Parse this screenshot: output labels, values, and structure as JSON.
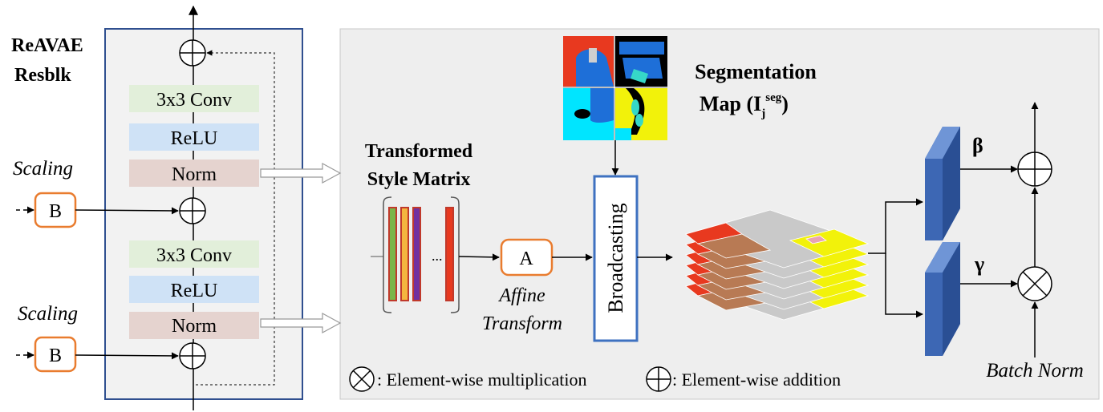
{
  "resblk": {
    "title_line1": "ReAVAE",
    "title_line2": "Resblk",
    "block1": {
      "conv": "3x3 Conv",
      "relu": "ReLU",
      "norm": "Norm"
    },
    "block2": {
      "conv": "3x3 Conv",
      "relu": "ReLU",
      "norm": "Norm"
    },
    "scaling1": "Scaling",
    "scaling2": "Scaling",
    "b1": "B",
    "b2": "B"
  },
  "main": {
    "style_matrix_line1": "Transformed",
    "style_matrix_line2": "Style Matrix",
    "ellipsis": "...",
    "affine_box": "A",
    "affine_line1": "Affine",
    "affine_line2": "Transform",
    "broadcasting": "Broadcasting",
    "seg_line1": "Segmentation",
    "seg_line2_prefix": "Map (I",
    "seg_sub": "j",
    "seg_sup": "seg",
    "seg_line2_suffix": ")",
    "beta": "β",
    "gamma": "γ",
    "batch_norm": "Batch Norm",
    "legend_mult": ": Element-wise multiplication",
    "legend_add": ": Element-wise addition"
  },
  "colors": {
    "panel_border": "#2f4f8f",
    "panel_fill": "#f0f0f0",
    "main_fill": "#eeeeee",
    "conv_fill": "#e2efda",
    "relu_fill": "#cfe2f6",
    "norm_fill": "#e5d3cf",
    "orange": "#e97c2f",
    "blue_box": "#3d67b4",
    "broadcast_border": "#3e71c0",
    "stripe_colors": [
      "#7ab648",
      "#f4b63f",
      "#7030a0",
      "#e8391f"
    ]
  }
}
